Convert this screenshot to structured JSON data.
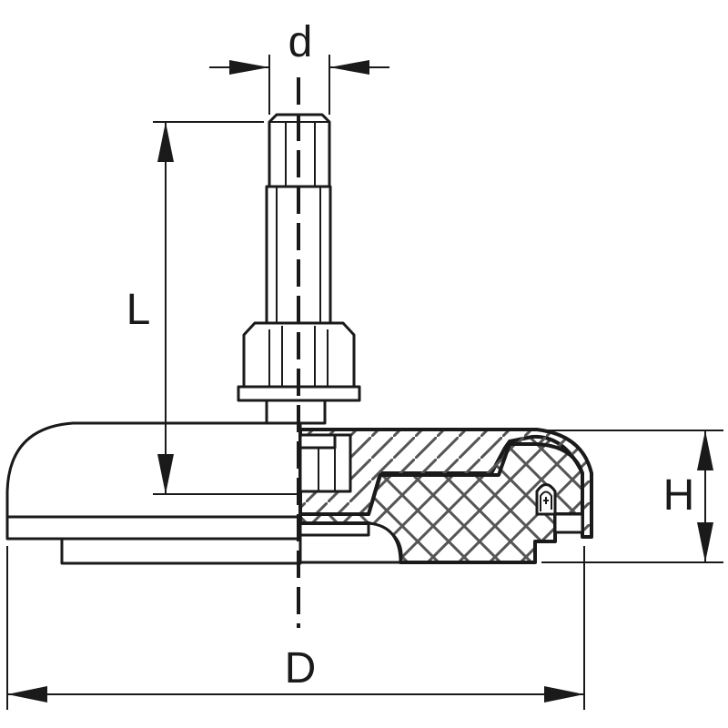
{
  "labels": {
    "d": "d",
    "L": "L",
    "H": "H",
    "D": "D"
  },
  "colors": {
    "line": "#1a1a1a",
    "hatch": "#555555",
    "background": "#ffffff"
  }
}
